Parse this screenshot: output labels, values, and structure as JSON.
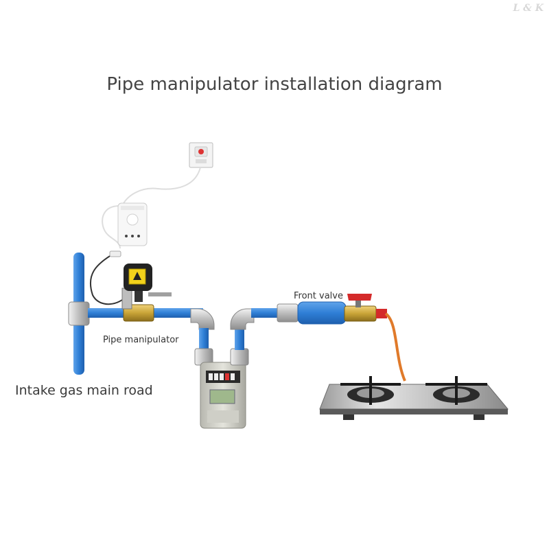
{
  "title": "Pipe manipulator installation diagram",
  "watermark": "L & K",
  "labels": {
    "pipe_manipulator": "Pipe manipulator",
    "front_valve": "Front valve",
    "intake": "Intake gas main road"
  },
  "colors": {
    "pipe_blue": "#2f7fd6",
    "fitting_silver": "#c9c9c9",
    "brass": "#c9a437",
    "valve_handle": "#d42a2a",
    "hose_orange": "#e07a2a",
    "manipulator_black": "#222222",
    "warning_yellow": "#f2d21b"
  }
}
